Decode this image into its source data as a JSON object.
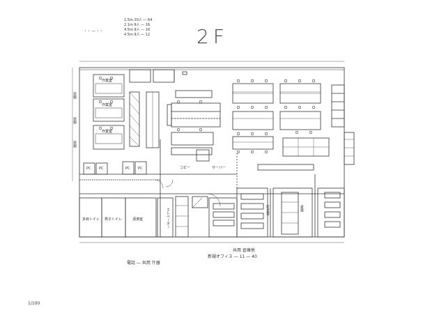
{
  "title": "2F",
  "legend": {
    "row1": "1.5m  20人 ― 64",
    "row2": "2.1m  9人 ― 16",
    "row3": "4.5m  9人 ― 16",
    "row4": "4.5m  9人 ― 12"
  },
  "header_note": "・・ ― ・・",
  "rooms": {
    "room_tl1": "作業室",
    "room_tl2": "作業室",
    "room_tl3": "作業室",
    "pc1": "PC",
    "pc2": "PC",
    "pc3": "PC",
    "pc4": "PC",
    "toilet_men": "多目トイレ",
    "toilet_women": "男子トイレ",
    "washroom": "湯沸室",
    "elevator_hall": "エレベーター",
    "meeting": "打合室",
    "copy": "コピー",
    "server": "サーバー",
    "storage": "倉庫"
  },
  "notes": {
    "bottom_left": "電話 ― 共用    什器",
    "bottom_mid": "新規オフィス ― 11 ― 40",
    "scale": "1/100",
    "dim_label": "共用  倉庫他"
  },
  "side_labels": {
    "left1": "窓側",
    "left2": "窓側",
    "left3": "窓側"
  }
}
